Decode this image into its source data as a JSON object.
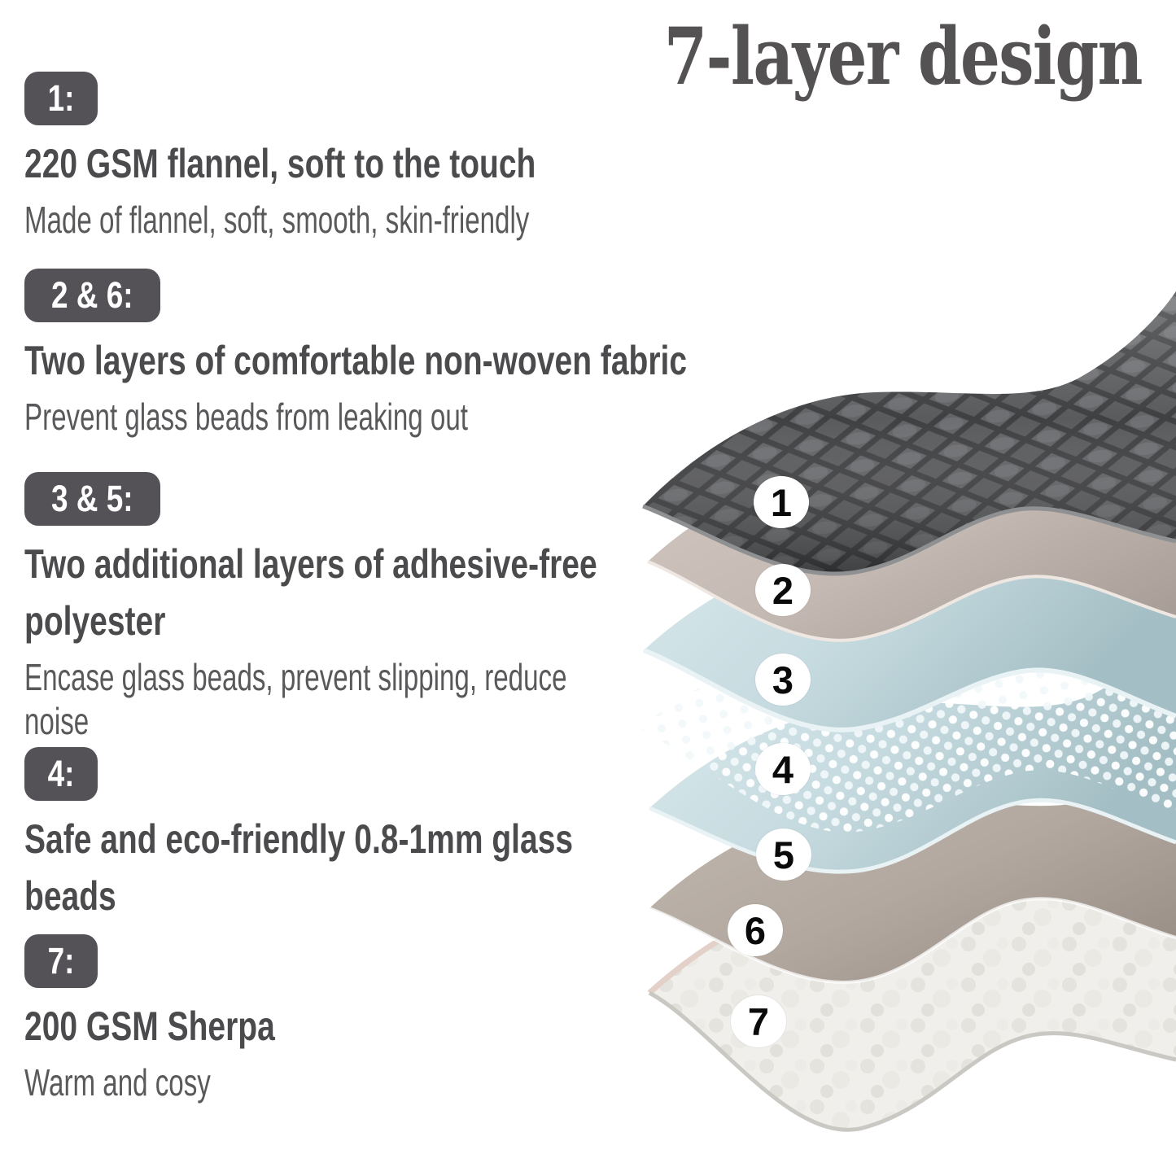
{
  "title": "7-layer design",
  "sections": [
    {
      "badge": "1:",
      "heading": "220 GSM flannel, soft to the touch",
      "description": "Made of flannel, soft, smooth, skin-friendly"
    },
    {
      "badge": "2 & 6:",
      "heading": "Two layers of comfortable non-woven fabric",
      "description": "Prevent glass beads from leaking out"
    },
    {
      "badge": "3 & 5:",
      "heading": "Two additional layers of adhesive-free\npolyester",
      "description": "Encase glass beads, prevent slipping, reduce\nnoise"
    },
    {
      "badge": "4:",
      "heading": "Safe and eco-friendly 0.8-1mm glass\nbeads",
      "description": ""
    },
    {
      "badge": "7:",
      "heading": "200 GSM Sherpa",
      "description": "Warm and cosy"
    }
  ],
  "diagram": {
    "markers": [
      "1",
      "2",
      "3",
      "4",
      "5",
      "6",
      "7"
    ],
    "layers": [
      {
        "number": "1",
        "material": "220 GSM quilted flannel",
        "color": "#58595b"
      },
      {
        "number": "2",
        "material": "non-woven fabric",
        "color": "#c9beb7"
      },
      {
        "number": "3",
        "material": "adhesive-free polyester",
        "color": "#c9dce1"
      },
      {
        "number": "4",
        "material": "0.8-1mm glass beads",
        "color": "#ffffff"
      },
      {
        "number": "5",
        "material": "adhesive-free polyester",
        "color": "#c2d7dd"
      },
      {
        "number": "6",
        "material": "non-woven fabric",
        "color": "#b4aaa2"
      },
      {
        "number": "7",
        "material": "200 GSM Sherpa",
        "color": "#efeeea"
      }
    ]
  },
  "colors": {
    "badge_bg": "#555257",
    "heading_text": "#4b4b4d",
    "description_text": "#59595b",
    "title_text": "#555254"
  }
}
